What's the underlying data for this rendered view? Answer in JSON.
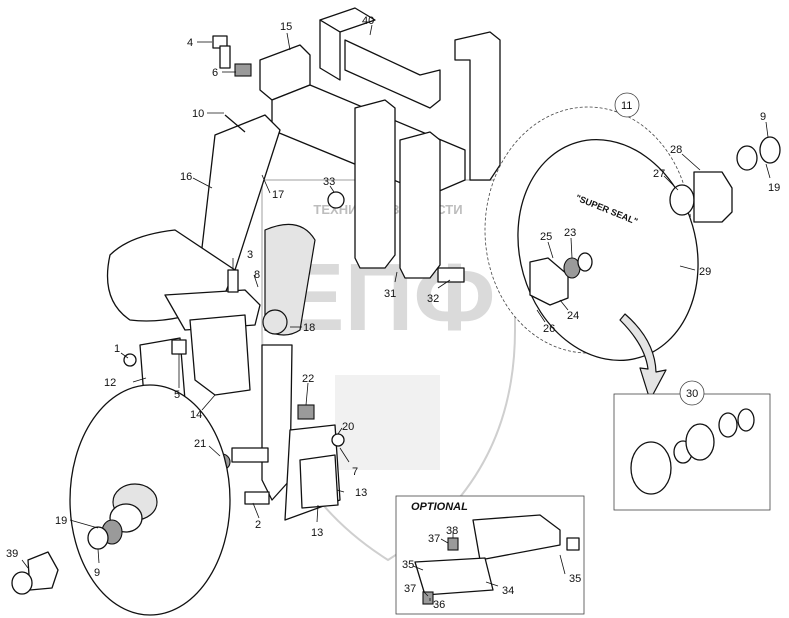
{
  "watermark": {
    "brand_line": "ТЕХНИКА И ЗАПЧАСТИ",
    "monogram": "ЕПФ"
  },
  "disc_text": "\"SUPER SEAL\"",
  "optional_box": {
    "title": "OPTIONAL",
    "callouts": [
      "35",
      "34",
      "35",
      "37",
      "36",
      "37",
      "38"
    ]
  },
  "detail_view": {
    "callout": "30"
  },
  "main_disc_callout": "11",
  "callouts": [
    "4",
    "6",
    "15",
    "40",
    "10",
    "16",
    "17",
    "33",
    "3",
    "8",
    "18",
    "31",
    "32",
    "1",
    "12",
    "5",
    "14",
    "22",
    "20",
    "21",
    "7",
    "2",
    "13",
    "13",
    "19",
    "9",
    "39",
    "25",
    "23",
    "24",
    "26",
    "27",
    "28",
    "9",
    "19",
    "29"
  ]
}
